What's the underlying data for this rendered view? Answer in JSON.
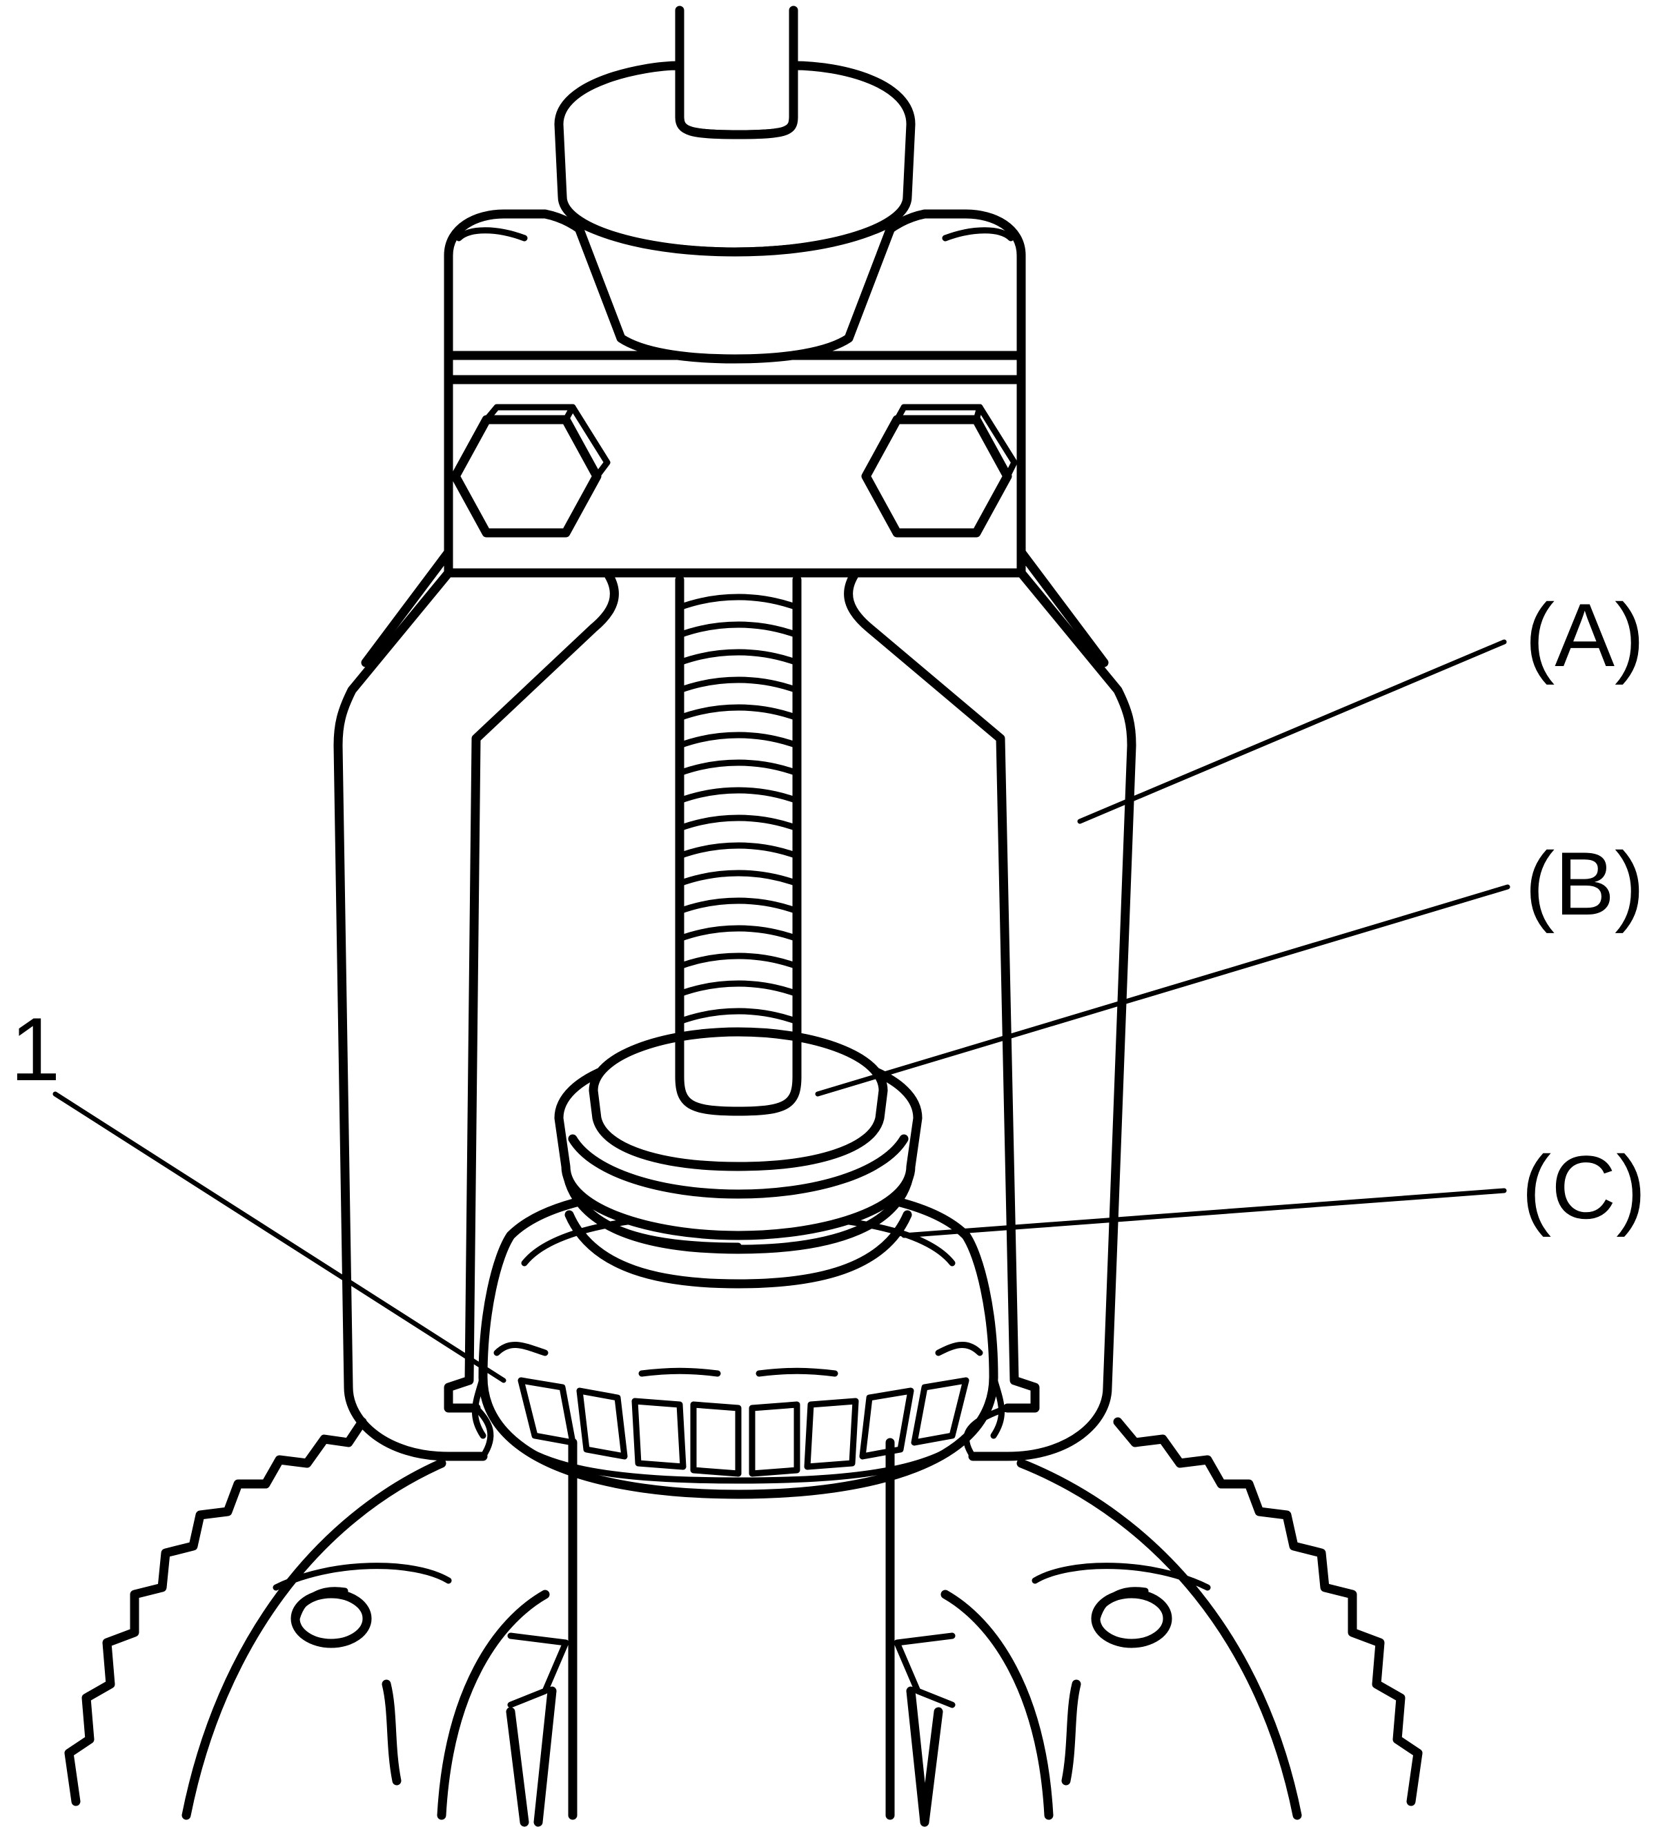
{
  "labels": {
    "a": "(A)",
    "b": "(B)",
    "c": "(C)",
    "part_1": "1"
  },
  "colors": {
    "line": "#000000",
    "background": "#ffffff"
  }
}
